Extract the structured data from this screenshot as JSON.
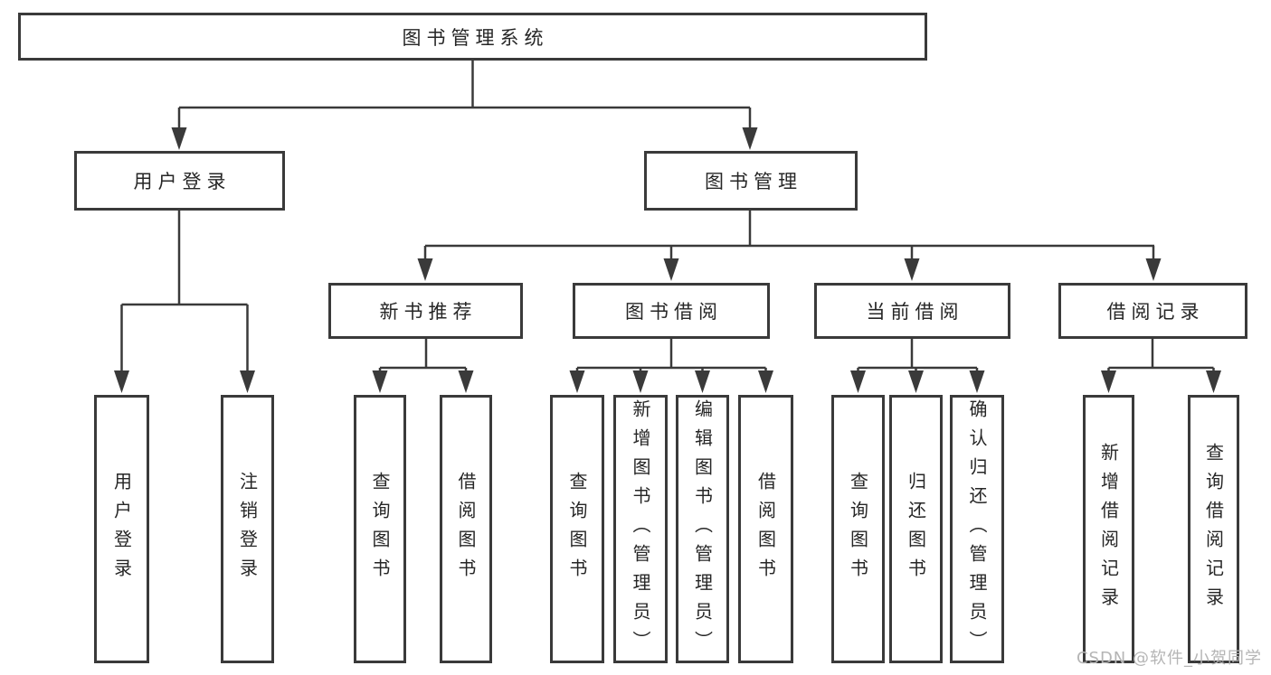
{
  "diagram_type": "hierarchy-tree",
  "colors": {
    "line": "#3a3a3a",
    "box_border": "#3a3a3a",
    "text": "#262626",
    "background": "#ffffff",
    "watermark": "#b5b5b5"
  },
  "tree": {
    "label": "图书管理系统",
    "children": [
      {
        "label": "用户登录",
        "children": [
          {
            "label": "用户登录"
          },
          {
            "label": "注销登录"
          }
        ]
      },
      {
        "label": "图书管理",
        "children": [
          {
            "label": "新书推荐",
            "children": [
              {
                "label": "查询图书"
              },
              {
                "label": "借阅图书"
              }
            ]
          },
          {
            "label": "图书借阅",
            "children": [
              {
                "label": "查询图书"
              },
              {
                "label": "新增图书（管理员）"
              },
              {
                "label": "编辑图书（管理员）"
              },
              {
                "label": "借阅图书"
              }
            ]
          },
          {
            "label": "当前借阅",
            "children": [
              {
                "label": "查询图书"
              },
              {
                "label": "归还图书"
              },
              {
                "label": "确认归还（管理员）"
              }
            ]
          },
          {
            "label": "借阅记录",
            "children": [
              {
                "label": "新增借阅记录"
              },
              {
                "label": "查询借阅记录"
              }
            ]
          }
        ]
      }
    ]
  },
  "watermark": {
    "text": "CSDN @软件_小贺同学"
  }
}
